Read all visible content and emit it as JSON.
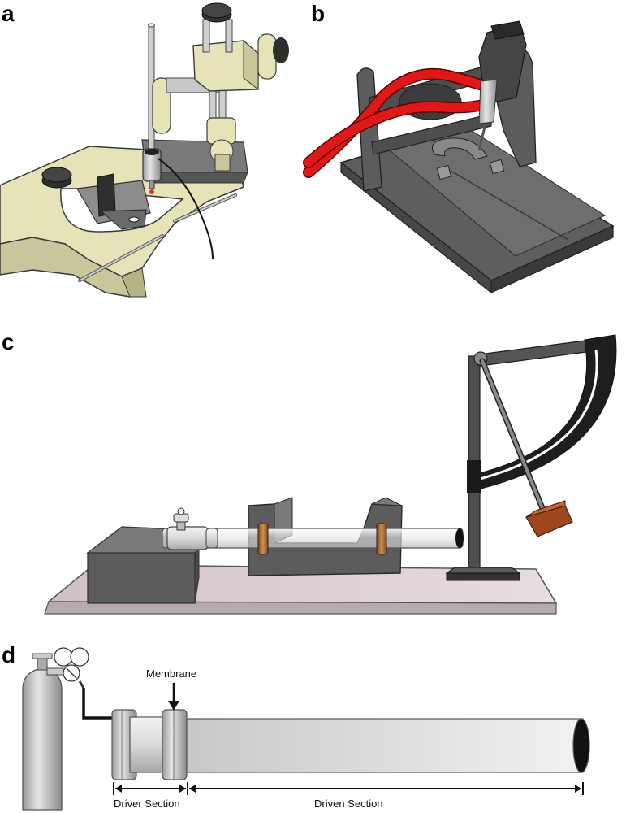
{
  "panels": {
    "a": {
      "letter": "a"
    },
    "b": {
      "letter": "b"
    },
    "c": {
      "letter": "c"
    },
    "d": {
      "letter": "d",
      "labels": {
        "membrane": "Membrane",
        "driver_section": "Driver Section",
        "driven_section": "Driven Section"
      }
    }
  },
  "colors": {
    "cream": "#e6e3b8",
    "dark_gray": "#5a5a5a",
    "red_tube": "#e01818",
    "copper": "#b8743a",
    "hammer": "#a0461e",
    "plate": "#d8c8d0"
  }
}
